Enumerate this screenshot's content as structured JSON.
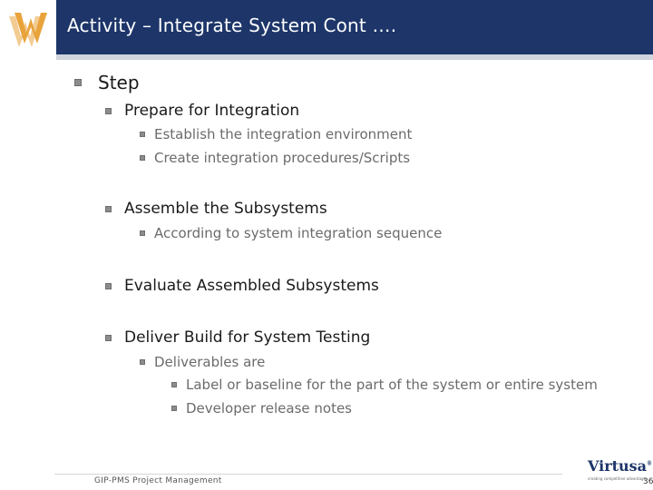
{
  "header": {
    "title": "Activity – Integrate System Cont ….",
    "logo_icon": "ww-logo-icon",
    "background_color": "#1d3569",
    "logo_color": "#e8a33b"
  },
  "content": {
    "level1": {
      "text": "Step"
    },
    "prepare": {
      "text": "Prepare for Integration",
      "items": [
        "Establish the integration environment",
        "Create integration procedures/Scripts"
      ]
    },
    "assemble": {
      "text": "Assemble the Subsystems",
      "items": [
        "According to system integration sequence"
      ]
    },
    "evaluate": {
      "text": "Evaluate Assembled Subsystems"
    },
    "deliver": {
      "text": "Deliver Build for System Testing",
      "deliverables": {
        "text": "Deliverables are",
        "items": [
          "Label or baseline for the part of the system or entire system",
          "Developer release notes"
        ]
      }
    }
  },
  "footer": {
    "text": "GIP-PMS Project Management",
    "brand": "Virtusa",
    "brand_registered": "®",
    "brand_tagline": "creating competitive advantage",
    "page_number": "36"
  }
}
